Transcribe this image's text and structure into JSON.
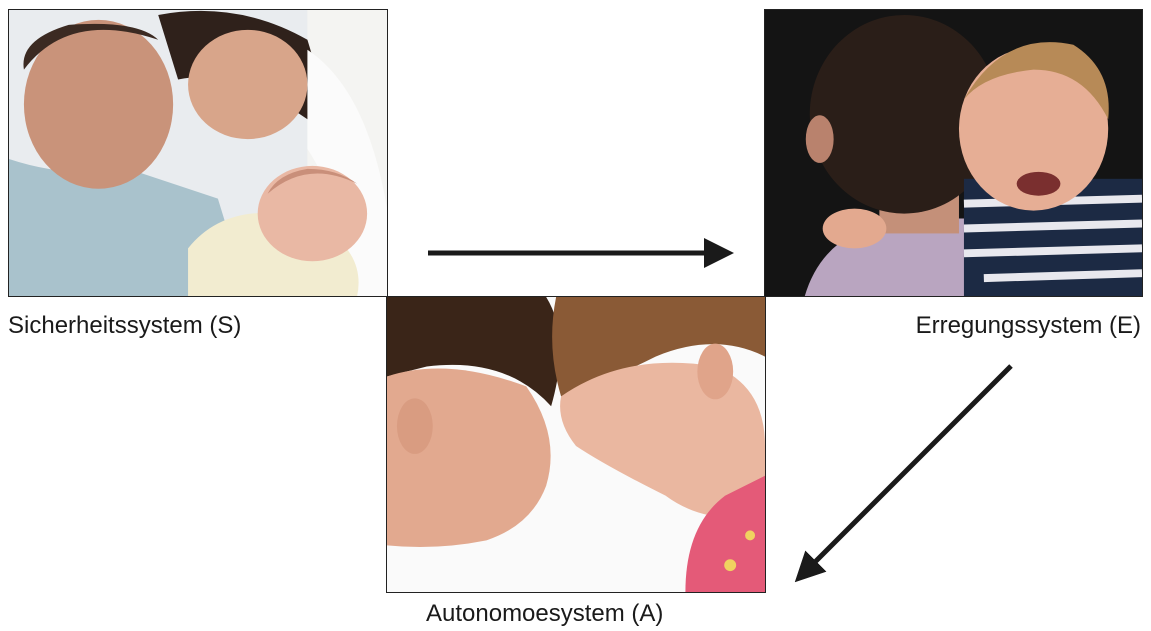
{
  "diagram": {
    "captions": {
      "security": "Sicherheitssystem (S)",
      "arousal": "Erregungssystem (E)",
      "autonomy": "Autonomoesystem (A)"
    },
    "photos": {
      "security": "family-with-newborn-photo",
      "arousal": "crying-child-held-photo",
      "autonomy": "girls-head-to-head-photo"
    },
    "arrows": [
      {
        "from": "security",
        "to": "arousal",
        "direction": "right"
      },
      {
        "from": "arousal",
        "to": "autonomy",
        "direction": "down-left"
      }
    ],
    "colors": {
      "line": "#1a1a1a",
      "background": "#ffffff"
    }
  }
}
